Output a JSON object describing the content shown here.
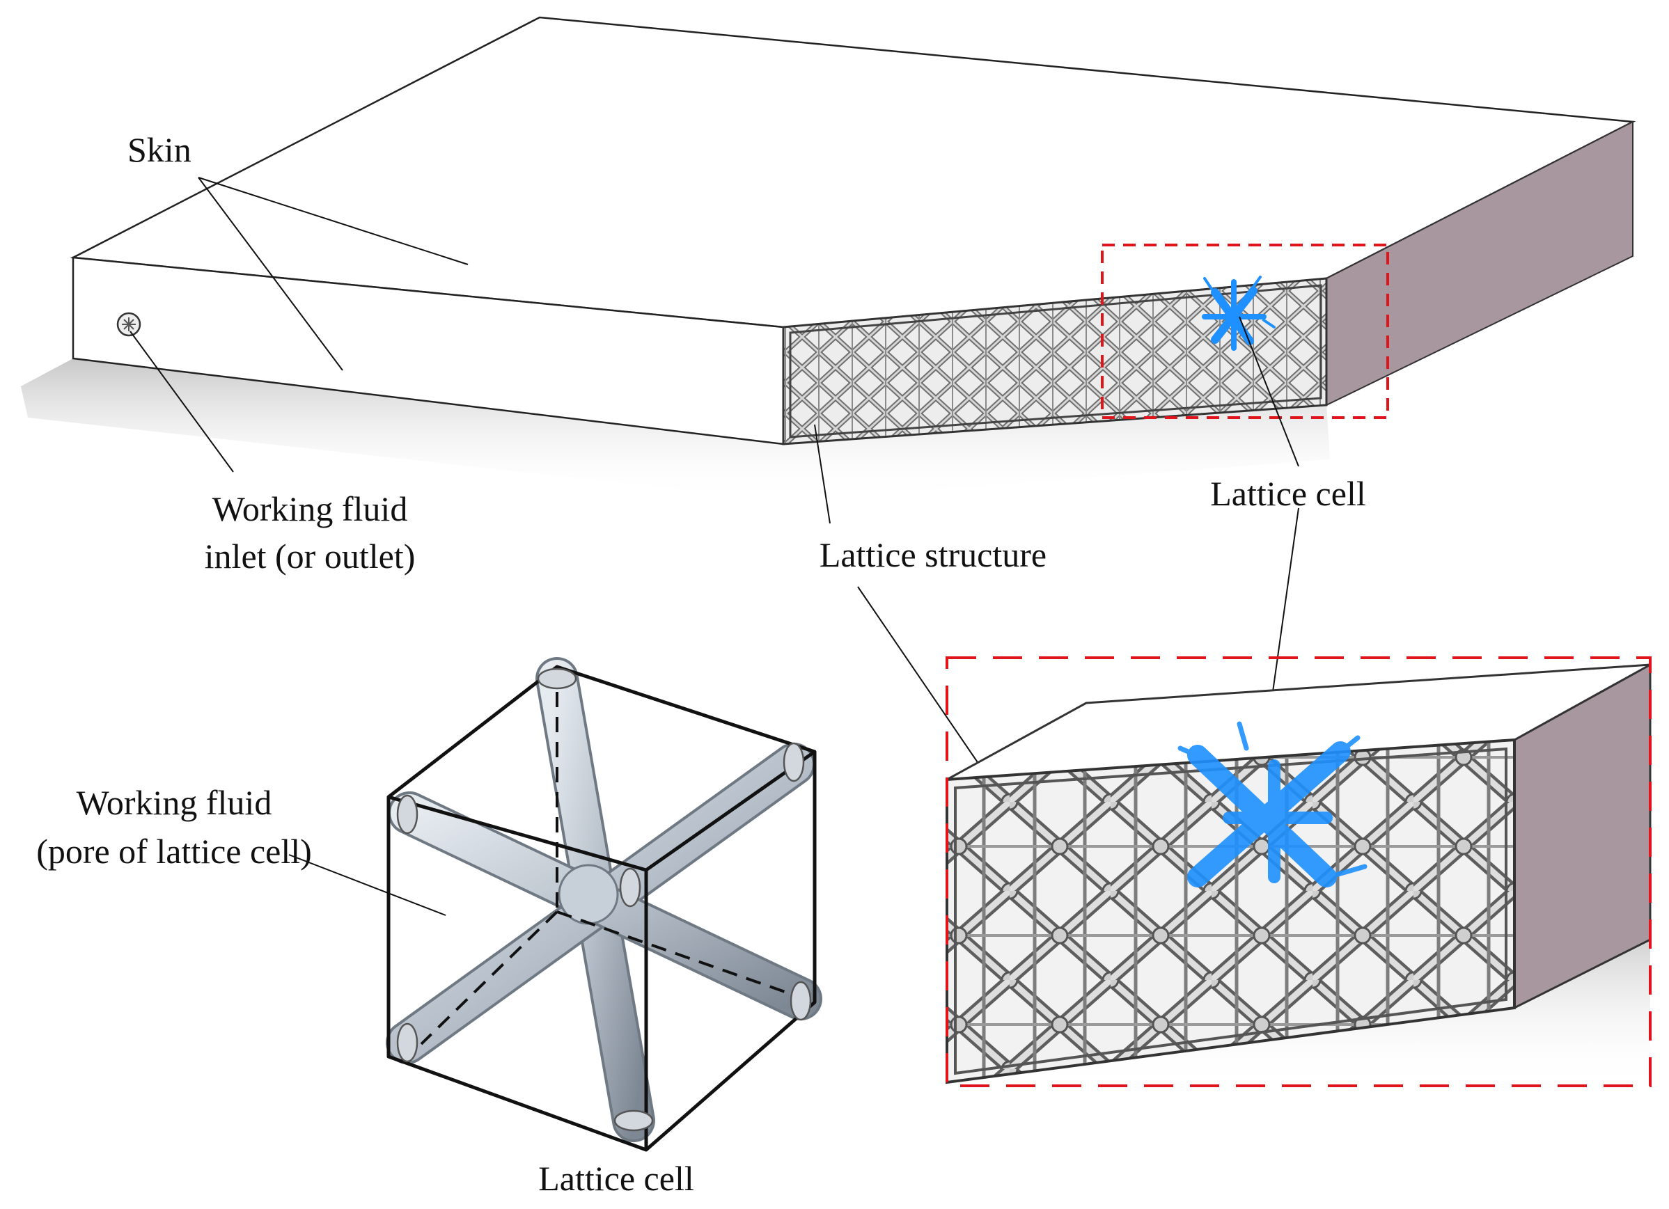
{
  "labels": {
    "skin": "Skin",
    "inlet_line1": "Working fluid",
    "inlet_line2": "inlet (or outlet)",
    "lattice_cell_top": "Lattice cell",
    "lattice_structure": "Lattice structure",
    "fluid_line1": "Working fluid",
    "fluid_line2": "(pore of lattice cell)",
    "lattice_cell_bottom": "Lattice cell"
  },
  "colors": {
    "highlight_box": "#e0151b",
    "selected_cell": "#1e90ff",
    "side_face": "#a8979f",
    "strut": "#b4bcc6"
  }
}
